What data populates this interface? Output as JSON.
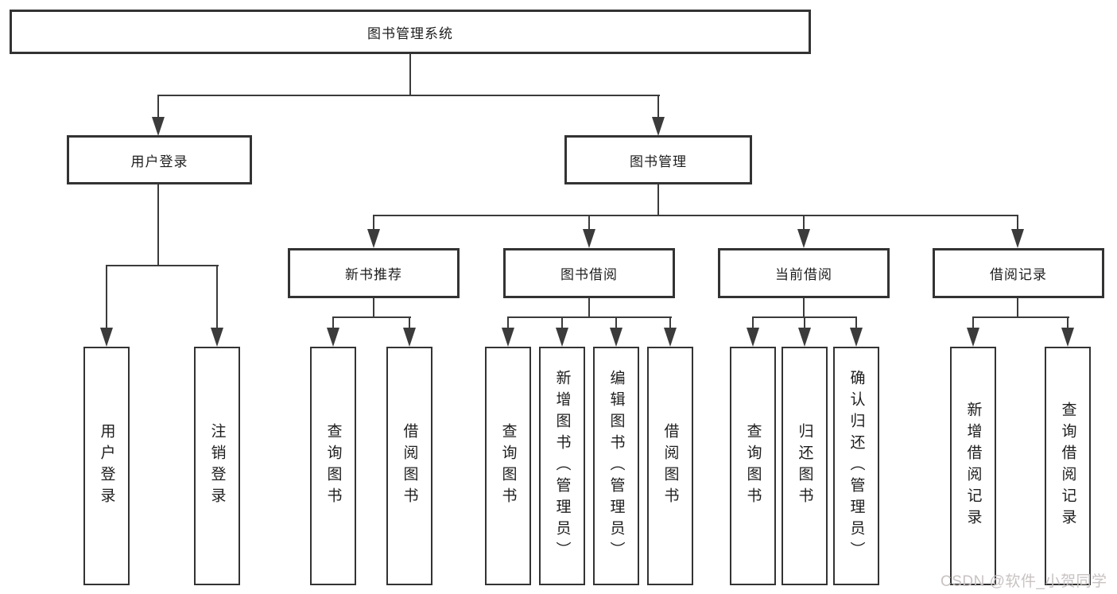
{
  "root": {
    "label": "图书管理系统"
  },
  "level2": [
    {
      "label": "用户登录"
    },
    {
      "label": "图书管理"
    }
  ],
  "level3": [
    {
      "label": "新书推荐"
    },
    {
      "label": "图书借阅"
    },
    {
      "label": "当前借阅"
    },
    {
      "label": "借阅记录"
    }
  ],
  "leaves": {
    "user_login": [
      {
        "label": "用户登录"
      },
      {
        "label": "注销登录"
      }
    ],
    "new_books": [
      {
        "label": "查询图书"
      },
      {
        "label": "借阅图书"
      }
    ],
    "book_borrow": [
      {
        "label": "查询图书"
      },
      {
        "label": "新增图书（管理员）"
      },
      {
        "label": "编辑图书（管理员）"
      },
      {
        "label": "借阅图书"
      }
    ],
    "current_borrow": [
      {
        "label": "查询图书"
      },
      {
        "label": "归还图书"
      },
      {
        "label": "确认归还（管理员）"
      }
    ],
    "borrow_records": [
      {
        "label": "新增借阅记录"
      },
      {
        "label": "查询借阅记录"
      }
    ]
  },
  "watermark": {
    "text": "CSDN @软件_小贺同学"
  },
  "colors": {
    "line": "#3b3b3b",
    "box_border": "#333333",
    "text": "#1e1e1e",
    "watermark": "#c9c2c2",
    "background": "#ffffff"
  }
}
